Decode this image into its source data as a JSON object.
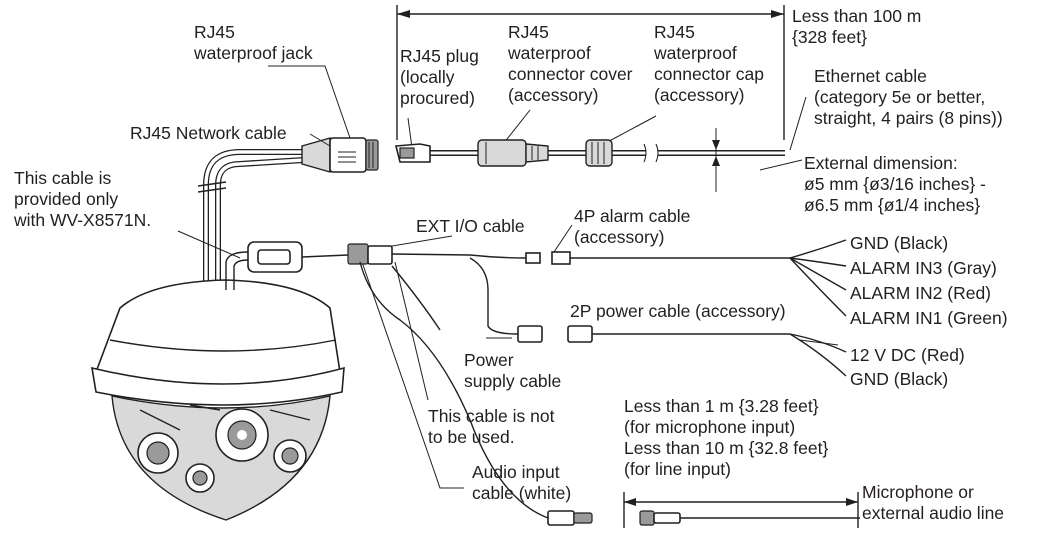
{
  "labels": {
    "rj45_jack": [
      "RJ45",
      "waterproof jack"
    ],
    "rj45_network_cable": [
      "RJ45 Network cable"
    ],
    "cable_provided": [
      "This cable is",
      "provided only",
      "with WV-X8571N."
    ],
    "rj45_plug": [
      "RJ45 plug",
      "(locally",
      "procured)"
    ],
    "rj45_connector_cover": [
      "RJ45",
      "waterproof",
      "connector cover",
      "(accessory)"
    ],
    "rj45_connector_cap": [
      "RJ45",
      "waterproof",
      "connector cap",
      "(accessory)"
    ],
    "length_limit": [
      "Less than 100 m",
      "{328 feet}"
    ],
    "ethernet_cable": [
      "Ethernet cable",
      "(category 5e or better,",
      "straight, 4 pairs (8 pins))"
    ],
    "external_dimension": [
      "External dimension:",
      "ø5 mm {ø3/16 inches} -",
      "ø6.5 mm {ø1/4 inches}"
    ],
    "ext_io_cable": [
      "EXT I/O cable"
    ],
    "alarm_cable": [
      "4P alarm cable",
      "(accessory)"
    ],
    "alarm_wires": [
      "GND (Black)",
      "ALARM IN3 (Gray)",
      "ALARM IN2 (Red)",
      "ALARM IN1 (Green)"
    ],
    "power_cable": [
      "2P power cable (accessory)"
    ],
    "power_wires": [
      "12 V DC (Red)",
      "GND (Black)"
    ],
    "power_supply_cable": [
      "Power",
      "supply cable"
    ],
    "not_used_cable": [
      "This cable is not",
      "to be used."
    ],
    "audio_input_cable": [
      "Audio input",
      "cable (white)"
    ],
    "audio_length": [
      "Less than 1 m {3.28 feet}",
      "(for microphone input)",
      "Less than 10 m {32.8 feet}",
      "(for line input)"
    ],
    "audio_device": [
      "Microphone or",
      "external audio line"
    ]
  }
}
